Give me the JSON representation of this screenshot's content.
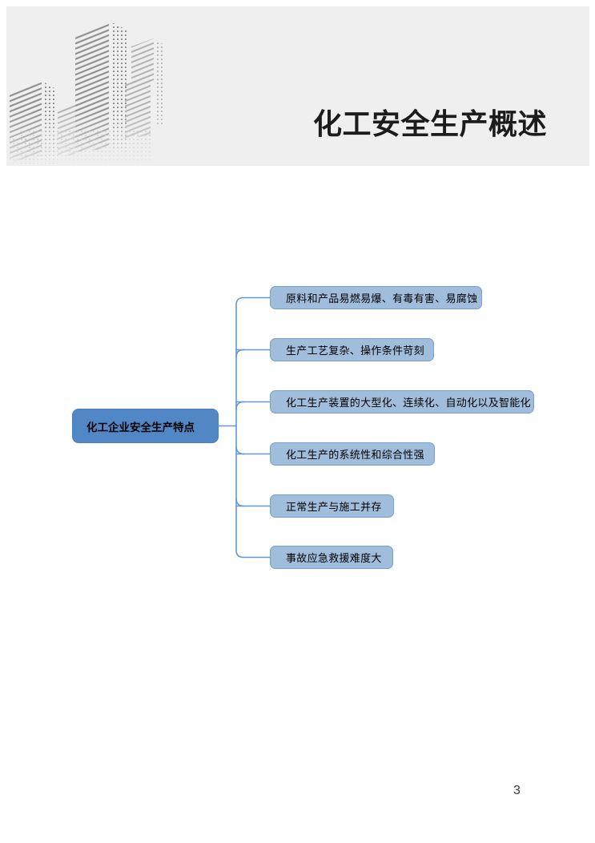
{
  "header": {
    "title": "化工安全生产概述",
    "background_color": "#F0EFEF",
    "illustration": "city-buildings-sketch"
  },
  "diagram": {
    "root": {
      "label": "化工企业安全生产特点",
      "fill_color": "#5287C5",
      "border_color": "#4A7DBB"
    },
    "branch_fill_color": "#A1BDDC",
    "branch_border_color": "#74A1D0",
    "connector_color": "#6697CE",
    "branches": [
      {
        "label": "原料和产品易燃易爆、有毒有害、易腐蚀"
      },
      {
        "label": "生产工艺复杂、操作条件苛刻"
      },
      {
        "label": "化工生产装置的大型化、连续化、自动化以及智能化"
      },
      {
        "label": "化工生产的系统性和综合性强"
      },
      {
        "label": "正常生产与施工并存"
      },
      {
        "label": "事故应急救援难度大"
      }
    ]
  },
  "footer": {
    "page_number": "3"
  }
}
